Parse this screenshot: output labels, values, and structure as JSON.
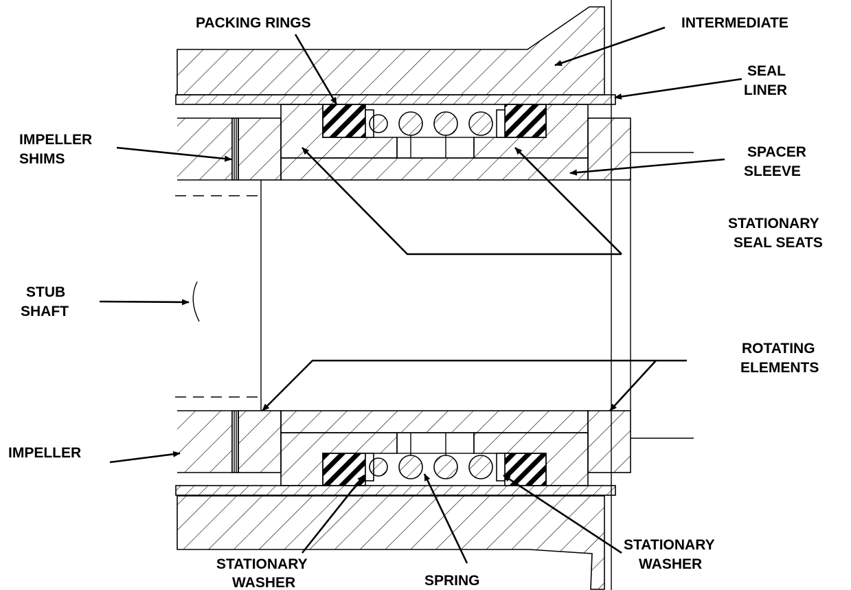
{
  "diagram": {
    "labels": {
      "packing_rings": "PACKING RINGS",
      "intermediate": "INTERMEDIATE",
      "seal_liner": [
        "SEAL",
        "LINER"
      ],
      "impeller_shims": [
        "IMPELLER",
        "SHIMS"
      ],
      "spacer_sleeve": [
        "SPACER",
        "SLEEVE"
      ],
      "stationary_seal_seats": [
        "STATIONARY",
        "SEAL SEATS"
      ],
      "stub_shaft": [
        "STUB",
        "SHAFT"
      ],
      "rotating_elements": [
        "ROTATING",
        "ELEMENTS"
      ],
      "impeller": "IMPELLER",
      "stationary_washer_left": [
        "STATIONARY",
        "WASHER"
      ],
      "spring": "SPRING",
      "stationary_washer_right": [
        "STATIONARY",
        "WASHER"
      ]
    }
  },
  "colors": {
    "line": "#000000",
    "background": "#ffffff"
  }
}
